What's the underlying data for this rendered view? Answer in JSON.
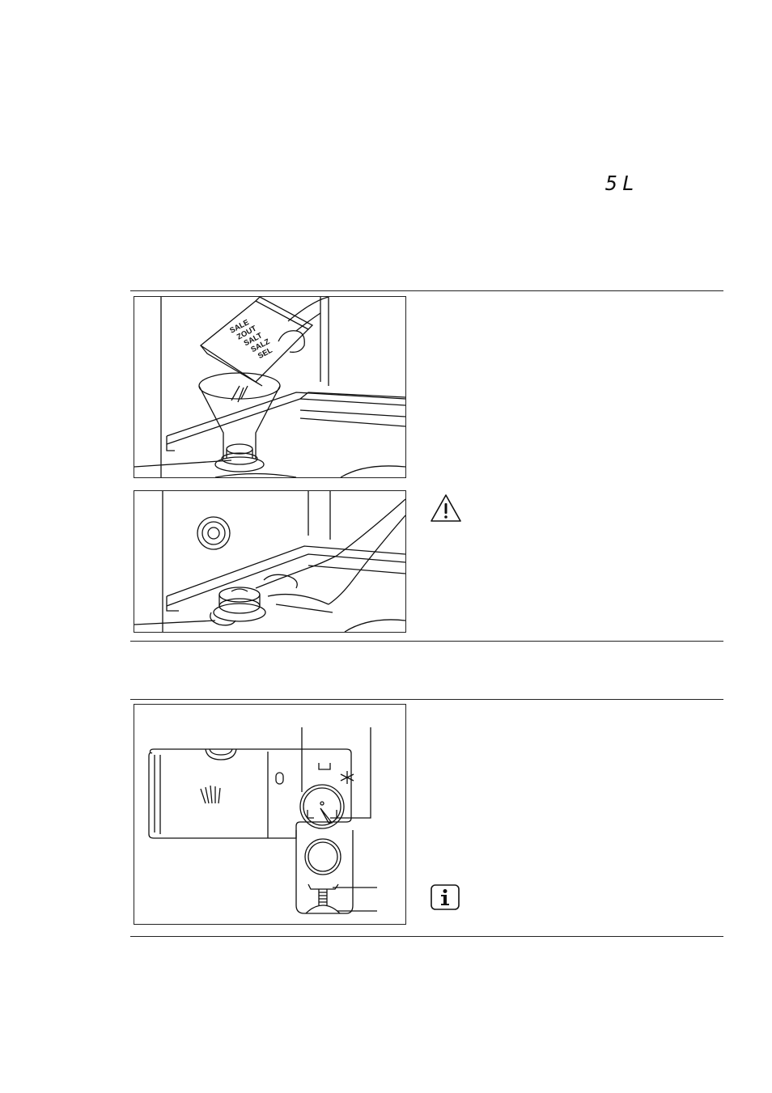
{
  "display": {
    "code": "5L"
  },
  "salt_box": {
    "labels": [
      "SALE",
      "ZOUT",
      "SALT",
      "SALZ",
      "SEL"
    ]
  },
  "icons": {
    "warning": "warning-triangle-icon",
    "info": "info-icon"
  }
}
